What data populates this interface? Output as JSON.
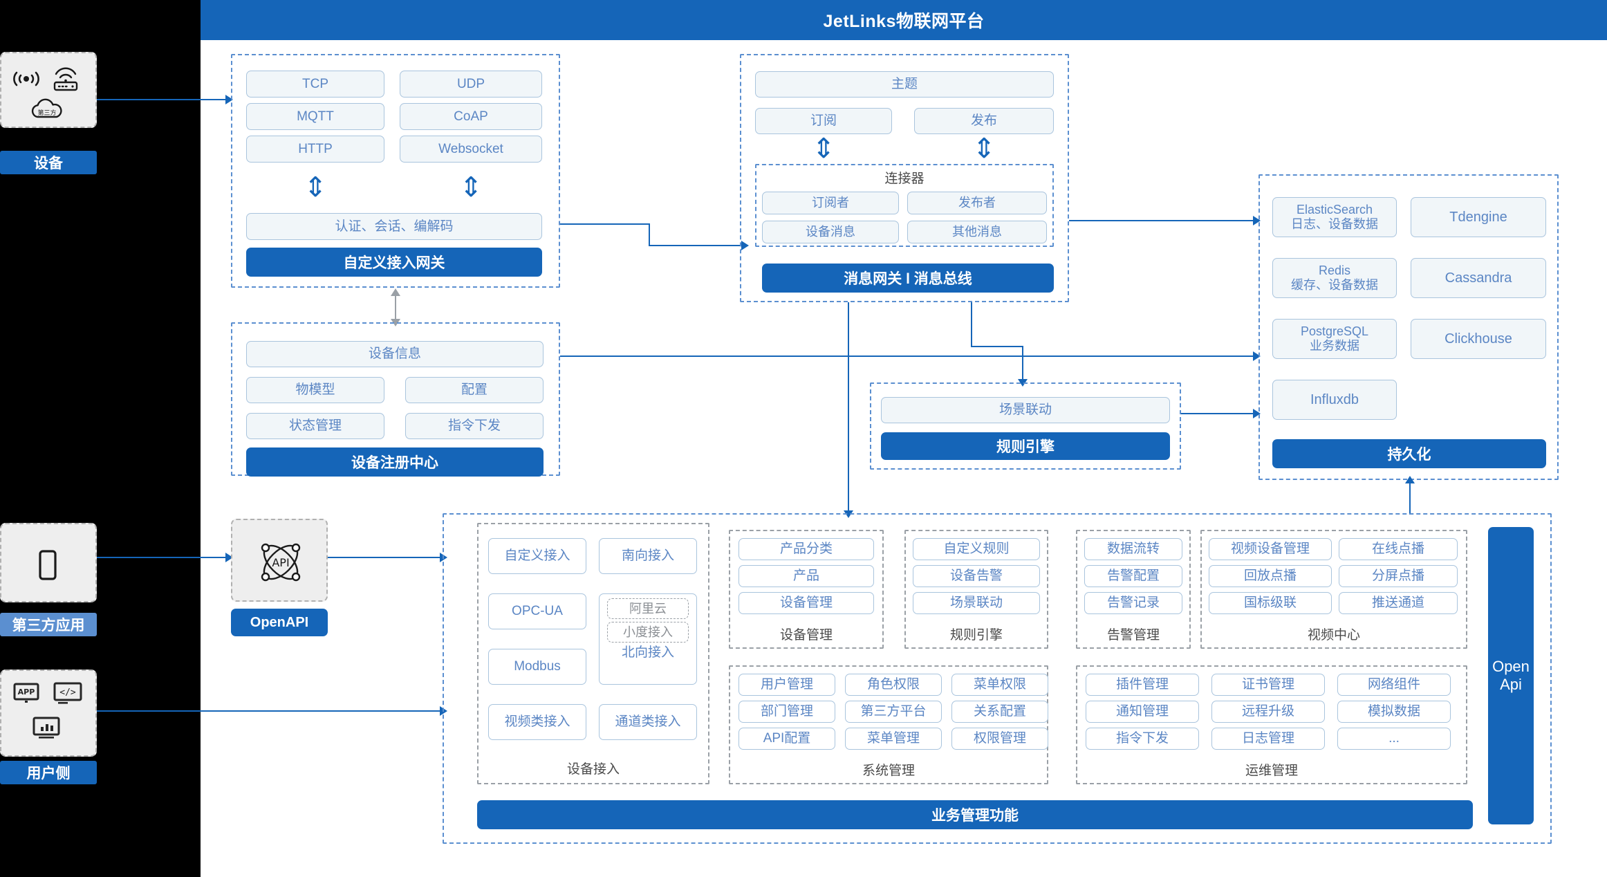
{
  "header": {
    "title": "JetLinks物联网平台"
  },
  "left_column": {
    "device": {
      "label": "设备",
      "icons": [
        "wifi-signal-icon",
        "router-icon",
        "third-party-cloud-icon"
      ],
      "cloud_text": "第三方"
    },
    "third_party_app": {
      "label": "第三方应用",
      "icons": [
        "mobile-phone-icon"
      ]
    },
    "user_side": {
      "label": "用户侧",
      "icons": [
        "app-icon",
        "code-icon",
        "dashboard-chart-icon"
      ],
      "app_text": "APP"
    }
  },
  "openapi_node": {
    "label": "OpenAPI",
    "icon": "api-atom-icon"
  },
  "gateway": {
    "protocols_left": [
      "TCP",
      "MQTT",
      "HTTP"
    ],
    "protocols_right": [
      "UDP",
      "CoAP",
      "Websocket"
    ],
    "middle": "认证、会话、编解码",
    "bar": "自定义接入网关"
  },
  "message_bus": {
    "topic": "主题",
    "subscribe": "订阅",
    "publish": "发布",
    "connector_title": "连接器",
    "connector_items": [
      "订阅者",
      "发布者",
      "设备消息",
      "其他消息"
    ],
    "bar": "消息网关 l 消息总线"
  },
  "device_registry": {
    "top": "设备信息",
    "items": [
      "物模型",
      "配置",
      "状态管理",
      "指令下发"
    ],
    "bar": "设备注册中心"
  },
  "rule_engine": {
    "top": "场景联动",
    "bar": "规则引擎"
  },
  "persistence": {
    "left_items": [
      {
        "name": "ElasticSearch",
        "sub": "日志、设备数据"
      },
      {
        "name": "Redis",
        "sub": "缓存、设备数据"
      },
      {
        "name": "PostgreSQL",
        "sub": "业务数据"
      },
      {
        "name": "Influxdb",
        "sub": ""
      }
    ],
    "right_items": [
      {
        "name": "Tdengine",
        "sub": ""
      },
      {
        "name": "Cassandra",
        "sub": ""
      },
      {
        "name": "Clickhouse",
        "sub": ""
      }
    ],
    "bar": "持久化"
  },
  "business": {
    "bar": "业务管理功能",
    "openapi_side": "Open\nApi",
    "openapi_side_line1": "Open",
    "openapi_side_line2": "Api",
    "groups": [
      {
        "title": "设备接入",
        "col1": [
          "自定义接入",
          "OPC-UA",
          "Modbus",
          "视频类接入"
        ],
        "col2": [
          "南向接入",
          "北向接入",
          "通道类接入"
        ],
        "nested": [
          "阿里云",
          "小度接入"
        ]
      },
      {
        "title": "设备管理",
        "items": [
          "产品分类",
          "产品",
          "设备管理"
        ]
      },
      {
        "title": "规则引擎",
        "items": [
          "自定义规则",
          "设备告警",
          "场景联动"
        ]
      },
      {
        "title": "告警管理",
        "items": [
          "数据流转",
          "告警配置",
          "告警记录"
        ]
      },
      {
        "title": "视频中心",
        "col1": [
          "视频设备管理",
          "回放点播",
          "国标级联"
        ],
        "col2": [
          "在线点播",
          "分屏点播",
          "推送通道"
        ]
      },
      {
        "title": "系统管理",
        "col1": [
          "用户管理",
          "部门管理",
          "API配置"
        ],
        "col2": [
          "角色权限",
          "第三方平台",
          "菜单管理"
        ],
        "col3": [
          "菜单权限",
          "关系配置",
          "权限管理"
        ]
      },
      {
        "title": "运维管理",
        "col1": [
          "插件管理",
          "通知管理",
          "指令下发"
        ],
        "col2": [
          "证书管理",
          "远程升级",
          "日志管理"
        ],
        "col3": [
          "网络组件",
          "模拟数据",
          "..."
        ]
      }
    ]
  },
  "colors": {
    "brand_blue": "#1565b8",
    "chip_border": "#a9c4dd",
    "chip_bg": "#f1f6f9",
    "chip_text": "#5b86c4",
    "dashed_border": "#5b8fd0"
  }
}
